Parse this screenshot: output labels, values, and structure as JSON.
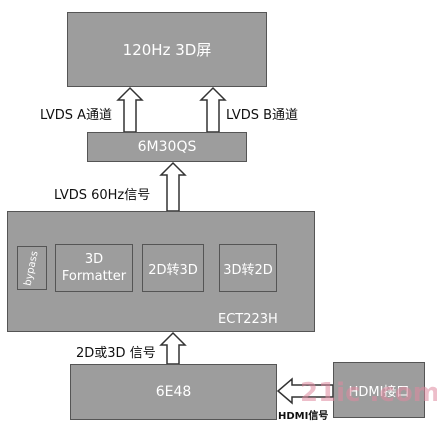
{
  "blocks": {
    "screen": "120Hz  3D屏",
    "chip_6m30qs": "6M30QS",
    "ect223h": "ECT223H",
    "bypass": "bypass",
    "formatter_line1": "3D",
    "formatter_line2": "Formatter",
    "conv_2d3d": "2D转3D",
    "conv_3d2d": "3D转2D",
    "chip_6e48": "6E48",
    "hdmi_port": "HDMI接口"
  },
  "labels": {
    "lvds_a": "LVDS  A通道",
    "lvds_b": "LVDS  B通道",
    "lvds_60hz": "LVDS  60Hz信号",
    "signal_2d3d": "2D或3D 信号",
    "hdmi_signal": "HDMI信号"
  },
  "watermark": "21ic  .com",
  "colors": {
    "box_fill": "#9d9d9d",
    "box_border": "#555555",
    "arrow_fill": "#ffffff",
    "arrow_stroke": "#333333"
  }
}
